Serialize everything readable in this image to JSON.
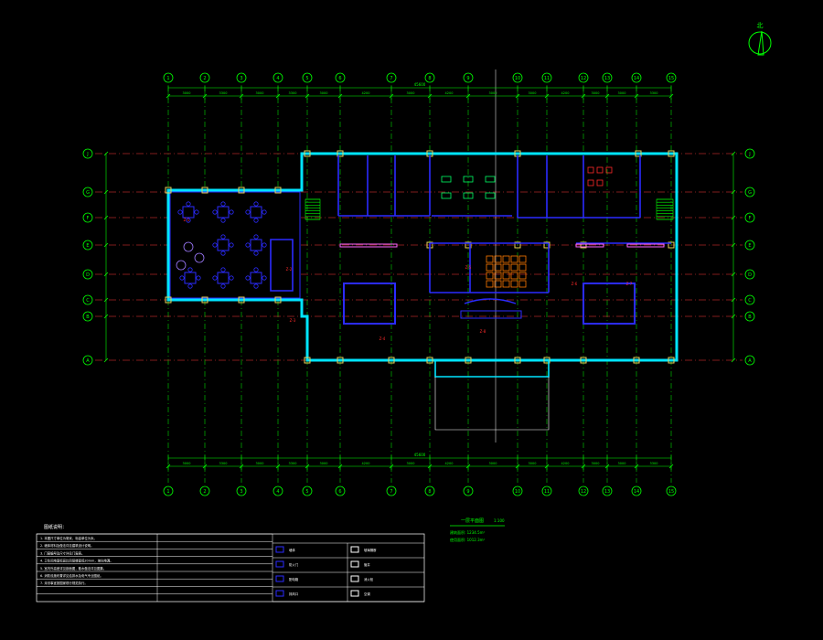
{
  "colors": {
    "background": "#000000",
    "grid_line": "#00ff00",
    "grid_bubble": "#00ff00",
    "center_line": "#ff3b3b",
    "dimension": "#00ff00",
    "wall": "#00e5ff",
    "partition": "#2b2bff",
    "furniture": "#2b2bff",
    "furniture_alt": "#00ff66",
    "stair": "#00ff00",
    "label_text": "#00ff00",
    "room_tag": "#ff2a2a",
    "highlight": "#ff7a00",
    "table_lines": "#ffffff",
    "column": "#e6d25a",
    "north_arrow": "#00ff00"
  },
  "drawing": {
    "title": "一层平面图",
    "scale": "1:100",
    "north_arrow_label": "北",
    "top_axis": [
      "1",
      "2",
      "3",
      "4",
      "5",
      "6",
      "7",
      "8",
      "9",
      "10",
      "11",
      "12",
      "13",
      "14",
      "15"
    ],
    "bottom_axis": [
      "1",
      "2",
      "3",
      "4",
      "5",
      "6",
      "7",
      "8",
      "9",
      "10",
      "11",
      "12",
      "13",
      "14",
      "15"
    ],
    "left_axis": [
      "J",
      "G",
      "F",
      "E",
      "D",
      "C",
      "B",
      "A"
    ],
    "right_axis": [
      "J",
      "G",
      "F",
      "E",
      "D",
      "C",
      "B",
      "A"
    ],
    "overall_dim_top": "45600",
    "overall_dim_bottom": "45600",
    "bay_dims": [
      "3000",
      "3300",
      "3000",
      "3300",
      "3000",
      "4200",
      "3000",
      "4200",
      "3000",
      "3000",
      "4200",
      "3000",
      "3000",
      "3300"
    ],
    "room_tags": [
      "Z-1",
      "Z-2",
      "Z-3",
      "Z-4",
      "Z-5",
      "Z-6",
      "Z-7",
      "Z-8"
    ],
    "notes": [
      "建筑面积: 1234.5m²",
      "使用面积: 1012.3m²"
    ]
  },
  "legend": {
    "heading": "图纸说明：",
    "rows": [
      "1. 本图尺寸单位为毫米，标高单位为米。",
      "2. 墙体材料及做法详见建筑设计说明。",
      "3. 门窗编号及尺寸详见门窗表。",
      "4. 卫生间地面标高比同层楼面低20mm，坡向地漏。",
      "5. 室内外高差详见剖面图，散水做法详见图集。",
      "6. 消防设施布置详见给排水及电气专业图纸。",
      "7. 未尽事宜按国家现行规范执行。"
    ],
    "symbols": [
      "墙体",
      "玻璃隔断",
      "防火门",
      "管井",
      "配电箱",
      "消火栓",
      "排风口",
      "空调"
    ]
  }
}
